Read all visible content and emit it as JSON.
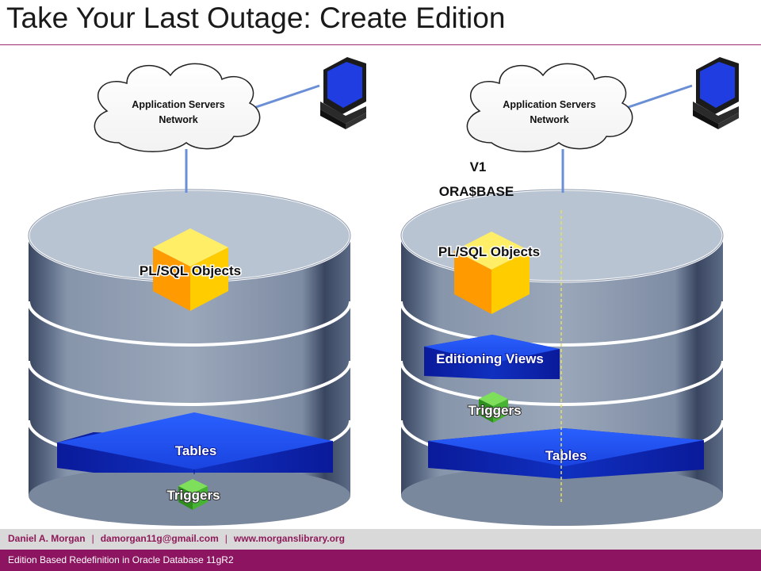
{
  "slide": {
    "title": "Take Your Last Outage: Create Edition"
  },
  "left": {
    "cloud_line1": "Application Servers",
    "cloud_line2": "Network",
    "plsql_label": "PL/SQL Objects",
    "tables_label": "Tables",
    "triggers_label": "Triggers"
  },
  "right": {
    "cloud_line1": "Application Servers",
    "cloud_line2": "Network",
    "edition_version": "V1",
    "edition_name": "ORA$BASE",
    "plsql_label": "PL/SQL Objects",
    "views_label": "Editioning Views",
    "triggers_label": "Triggers",
    "tables_label": "Tables"
  },
  "footer": {
    "author": "Daniel A. Morgan",
    "separator": "|",
    "email": "damorgan11g@gmail.com",
    "website": "www.morganslibrary.org",
    "subtitle": "Edition Based Redefinition in Oracle Database 11gR2"
  },
  "colors": {
    "accent": "#8c1460",
    "cylinder": "#8a9ab0",
    "cube_top": "#ffee66",
    "cube_left": "#ff9a00",
    "cube_right": "#ffcc00",
    "slab": "#1a3fd8",
    "trigger": "#3aa82a"
  }
}
